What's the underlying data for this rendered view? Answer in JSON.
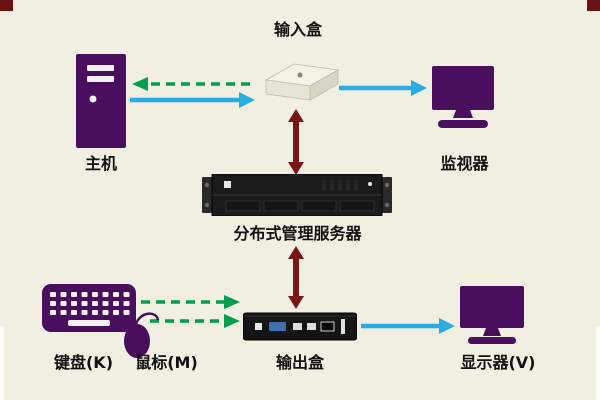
{
  "diagram": {
    "nodes": {
      "input_box": {
        "label": "输入盒",
        "type": "device-box"
      },
      "host": {
        "label": "主机",
        "type": "tower-pc"
      },
      "monitor": {
        "label": "监视器",
        "type": "monitor"
      },
      "server": {
        "label": "分布式管理服务器",
        "type": "rack-server"
      },
      "keyboard": {
        "label": "键盘(K)",
        "type": "keyboard"
      },
      "mouse": {
        "label": "鼠标(M)",
        "type": "mouse"
      },
      "output_box": {
        "label": "输出盒",
        "type": "device-box"
      },
      "display": {
        "label": "显示器(V)",
        "type": "monitor"
      }
    },
    "connections": [
      {
        "from": "输入盒",
        "to": "主机",
        "style": "green-dashed-arrow"
      },
      {
        "from": "主机",
        "to": "输入盒",
        "style": "blue-solid-arrow"
      },
      {
        "from": "输入盒",
        "to": "监视器",
        "style": "blue-solid-arrow"
      },
      {
        "from": "输入盒",
        "to": "分布式管理服务器",
        "style": "maroon-double-arrow"
      },
      {
        "from": "分布式管理服务器",
        "to": "输出盒",
        "style": "maroon-double-arrow"
      },
      {
        "from": "键盘(K)",
        "to": "输出盒",
        "style": "green-dashed-arrow"
      },
      {
        "from": "鼠标(M)",
        "to": "输出盒",
        "style": "green-dashed-arrow"
      },
      {
        "from": "输出盒",
        "to": "显示器(V)",
        "style": "blue-solid-arrow"
      }
    ],
    "colors": {
      "background": "#f0efe1",
      "device_purple": "#4a0e5e",
      "arrow_blue": "#2aabe2",
      "arrow_green": "#009e4f",
      "arrow_maroon": "#7a1517",
      "device_black": "#1b1b1b",
      "corner_mark": "#6b1215"
    }
  }
}
